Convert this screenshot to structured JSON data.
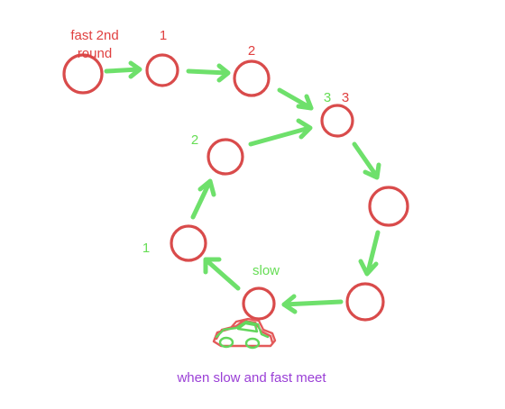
{
  "labels": {
    "fast_2nd_round_line1": "fast 2nd",
    "fast_2nd_round_line2": "round",
    "fast_1": "1",
    "fast_2": "2",
    "slow_3": "3",
    "fast_3": "3",
    "slow_2": "2",
    "slow_1": "1",
    "slow": "slow",
    "caption": "when slow and fast meet"
  },
  "colors": {
    "fast_label": "#e04040",
    "slow_label": "#66dd55",
    "node": "#d94b4b",
    "arrow": "#6ee06b",
    "caption": "#9a3fd6",
    "car_body": "#e35a5a",
    "car_detail": "#62d65c"
  },
  "icons": {
    "car": "car-icon"
  }
}
